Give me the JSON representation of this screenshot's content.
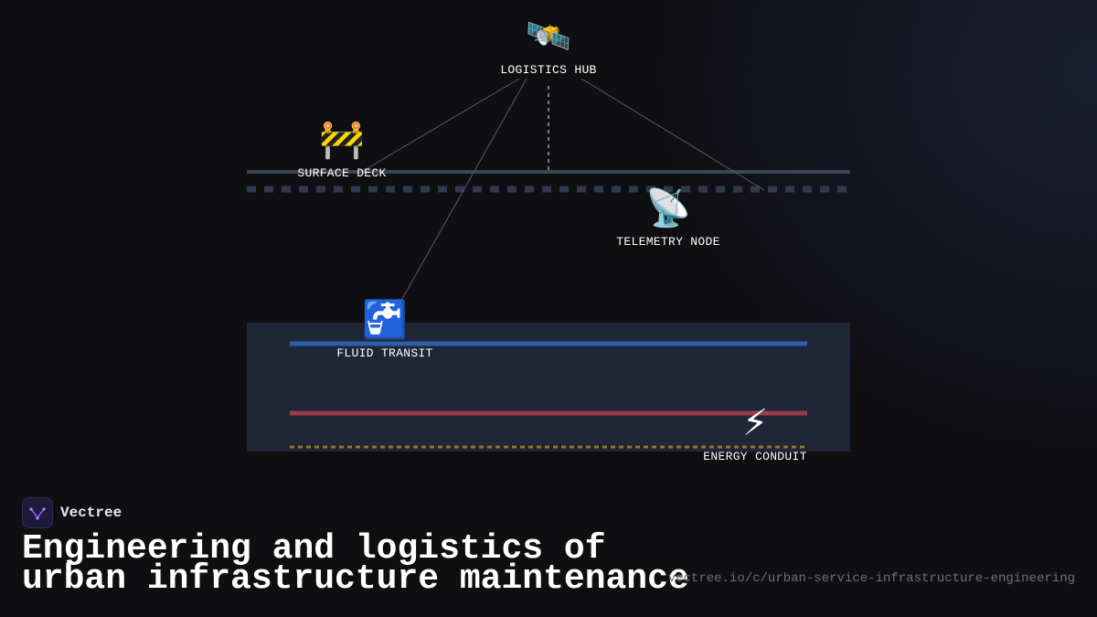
{
  "nodes": {
    "logistics_hub": {
      "icon": "🛰️",
      "icon_name": "satellite-icon",
      "label": "LOGISTICS HUB"
    },
    "surface_deck": {
      "icon": "🚧",
      "icon_name": "construction-barrier-icon",
      "label": "SURFACE DECK"
    },
    "telemetry_node": {
      "icon": "📡",
      "icon_name": "satellite-dish-icon",
      "label": "TELEMETRY NODE"
    },
    "fluid_transit": {
      "icon": "🚰",
      "icon_name": "water-tap-icon",
      "label": "FLUID TRANSIT"
    },
    "energy_conduit": {
      "icon": "⚡",
      "icon_name": "lightning-icon",
      "label": "ENERGY CONDUIT"
    }
  },
  "colors": {
    "background": "#0f0f12",
    "underground": "#1e2638",
    "road": "#3a4556",
    "road_dash": "#2f3a4d",
    "water_pipe": "#2f5fa8",
    "power_line": "#9a3b4a",
    "gas_line": "#8a7a2a",
    "connector": "#5a5a66"
  },
  "brand": {
    "name": "Vectree",
    "logo_icon": "vectree-logo-icon"
  },
  "headline": {
    "line1": "Engineering and logistics of",
    "line2": "urban infrastructure maintenance"
  },
  "url": "vectree.io/c/urban-service-infrastructure-engineering"
}
